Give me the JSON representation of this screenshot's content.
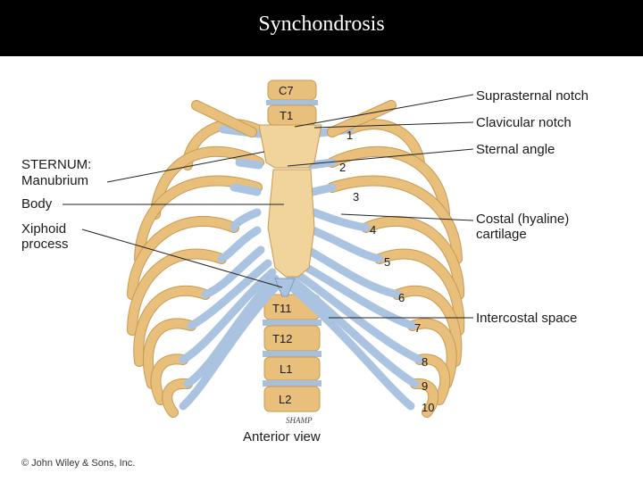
{
  "title": "Synchondrosis",
  "labels": {
    "suprasternal_notch": "Suprasternal notch",
    "clavicular_notch": "Clavicular notch",
    "sternal_angle": "Sternal angle",
    "sternum": "STERNUM:",
    "manubrium": "Manubrium",
    "body": "Body",
    "xiphoid_1": "Xiphoid",
    "xiphoid_2": "process",
    "costal_1": "Costal (hyaline)",
    "costal_2": "cartilage",
    "intercostal_space": "Intercostal space"
  },
  "vertebrae": [
    "C7",
    "T1",
    "T11",
    "T12",
    "L1",
    "L2"
  ],
  "rib_numbers": [
    "1",
    "2",
    "3",
    "4",
    "5",
    "6",
    "7",
    "8",
    "9",
    "10"
  ],
  "view_caption": "Anterior view",
  "artist_signature": "SHAMP",
  "copyright": "© John Wiley & Sons, Inc.",
  "colors": {
    "bone": "#e9bf7c",
    "bone_edge": "#c99a52",
    "cartilage": "#a9c3e0",
    "vertebra_disc": "#a7bfd9",
    "title_bar": "#000000",
    "title_text": "#ffffff"
  }
}
